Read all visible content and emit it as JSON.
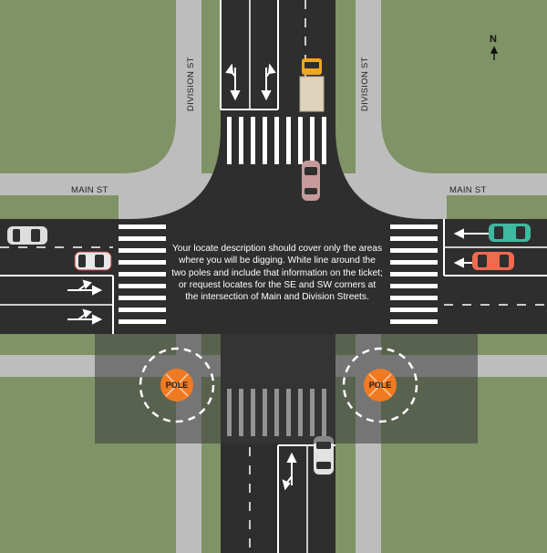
{
  "labels": {
    "division_st_north_left": "DIVISION ST",
    "division_st_north_right": "DIVISION ST",
    "main_st_west": "MAIN ST",
    "main_st_east": "MAIN ST"
  },
  "compass": {
    "letter": "N"
  },
  "poles": {
    "sw_label": "POLE",
    "se_label": "POLE"
  },
  "note": {
    "text": "Your locate description should cover only the areas where you will be digging. White line around the two poles and include that information on the ticket; or request locates for the  SE and SW corners at the intersection of Main and Division Streets."
  },
  "colors": {
    "grass": "#7f9366",
    "sidewalk": "#bdbdbd",
    "road": "#2e2e2e",
    "pole": "#f07a22",
    "overlay": "#3a3a3a"
  },
  "icons": [
    "pole-icon",
    "north-arrow-icon",
    "lane-arrow-icon",
    "car-icon",
    "truck-icon"
  ]
}
